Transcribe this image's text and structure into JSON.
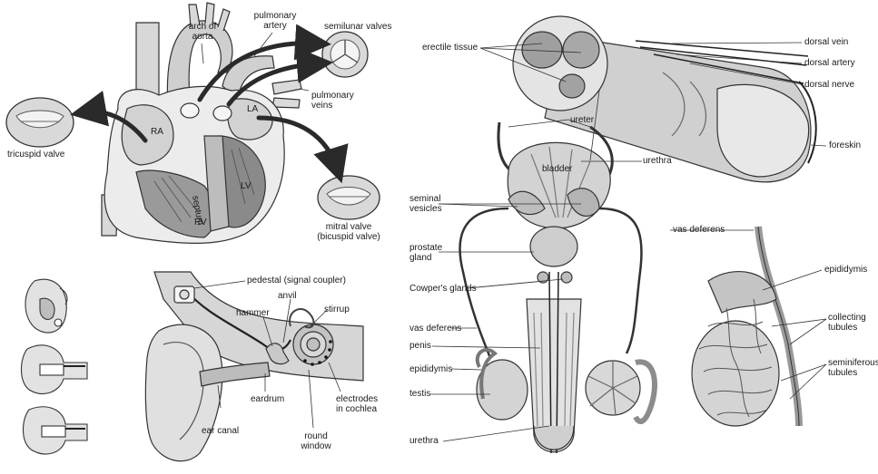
{
  "heart": {
    "arch_of_aorta": "arch of\naorta",
    "pulmonary_artery": "pulmonary\nartery",
    "semilunar_valves": "semilunar valves",
    "pulmonary_veins": "pulmonary\nveins",
    "tricuspid_valve": "tricuspid valve",
    "mitral_valve": "mitral valve\n(bicuspid valve)",
    "ra": "RA",
    "la": "LA",
    "lv": "LV",
    "rv": "RV",
    "septum": "septum"
  },
  "ear": {
    "pedestal": "pedestal (signal coupler)",
    "anvil": "anvil",
    "hammer": "hammer",
    "stirrup": "stirrup",
    "electrodes": "electrodes\nin cochlea",
    "ear_canal": "ear canal",
    "eardrum": "eardrum",
    "round_window": "round\nwindow"
  },
  "male": {
    "erectile_tissue": "erectile tissue",
    "dorsal_vein": "dorsal vein",
    "dorsal_artery": "dorsal artery",
    "dorsal_nerve": "dorsal nerve",
    "foreskin": "foreskin",
    "ureter": "ureter",
    "bladder": "bladder",
    "urethra_top": "urethra",
    "seminal_vesicles": "seminal\nvesicles",
    "vas_deferens_right": "vas deferens",
    "prostate_gland": "prostate\ngland",
    "cowpers_glands": "Cowper's glands",
    "vas_deferens_left": "vas deferens",
    "penis": "penis",
    "epididymis_left": "epididymis",
    "testis": "testis",
    "urethra_bottom": "urethra",
    "epididymis_right": "epididymis",
    "collecting_tubules": "collecting\ntubules",
    "seminiferous_tubules": "seminiferous\ntubules"
  }
}
